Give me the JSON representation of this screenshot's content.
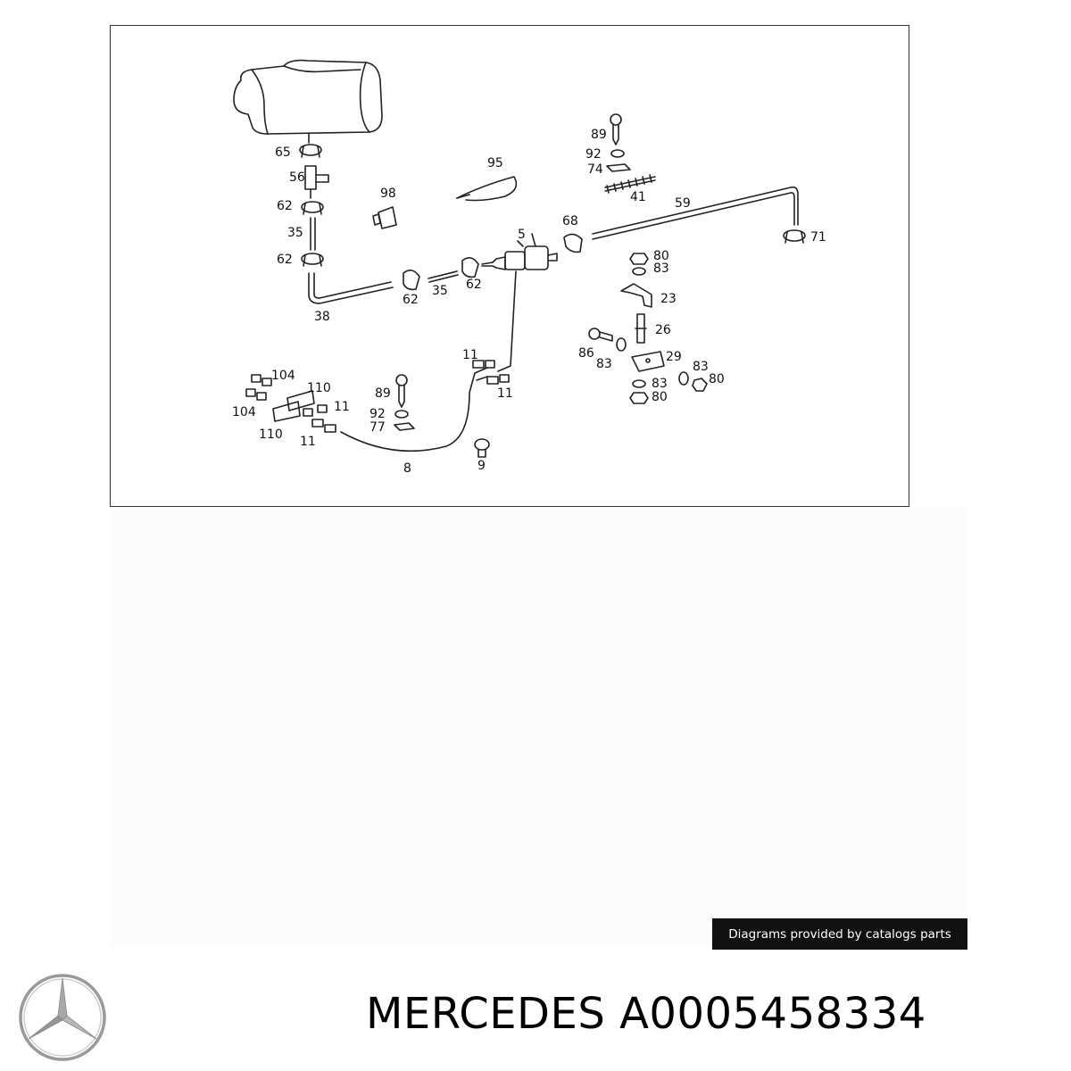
{
  "labels": [
    "65",
    "56",
    "62",
    "35",
    "62",
    "38",
    "62",
    "35",
    "62",
    "98",
    "95",
    "5",
    "68",
    "89",
    "92",
    "74",
    "41",
    "59",
    "71",
    "80",
    "83",
    "23",
    "26",
    "86",
    "83",
    "29",
    "83",
    "80",
    "83",
    "80",
    "11",
    "11",
    "104",
    "110",
    "104",
    "110",
    "11",
    "89",
    "92",
    "77",
    "8",
    "9"
  ],
  "credit_text": "Diagrams provided by catalogs parts",
  "brand_text": "MERCEDES A0005458334",
  "logo_icon": "mercedes-star-icon"
}
